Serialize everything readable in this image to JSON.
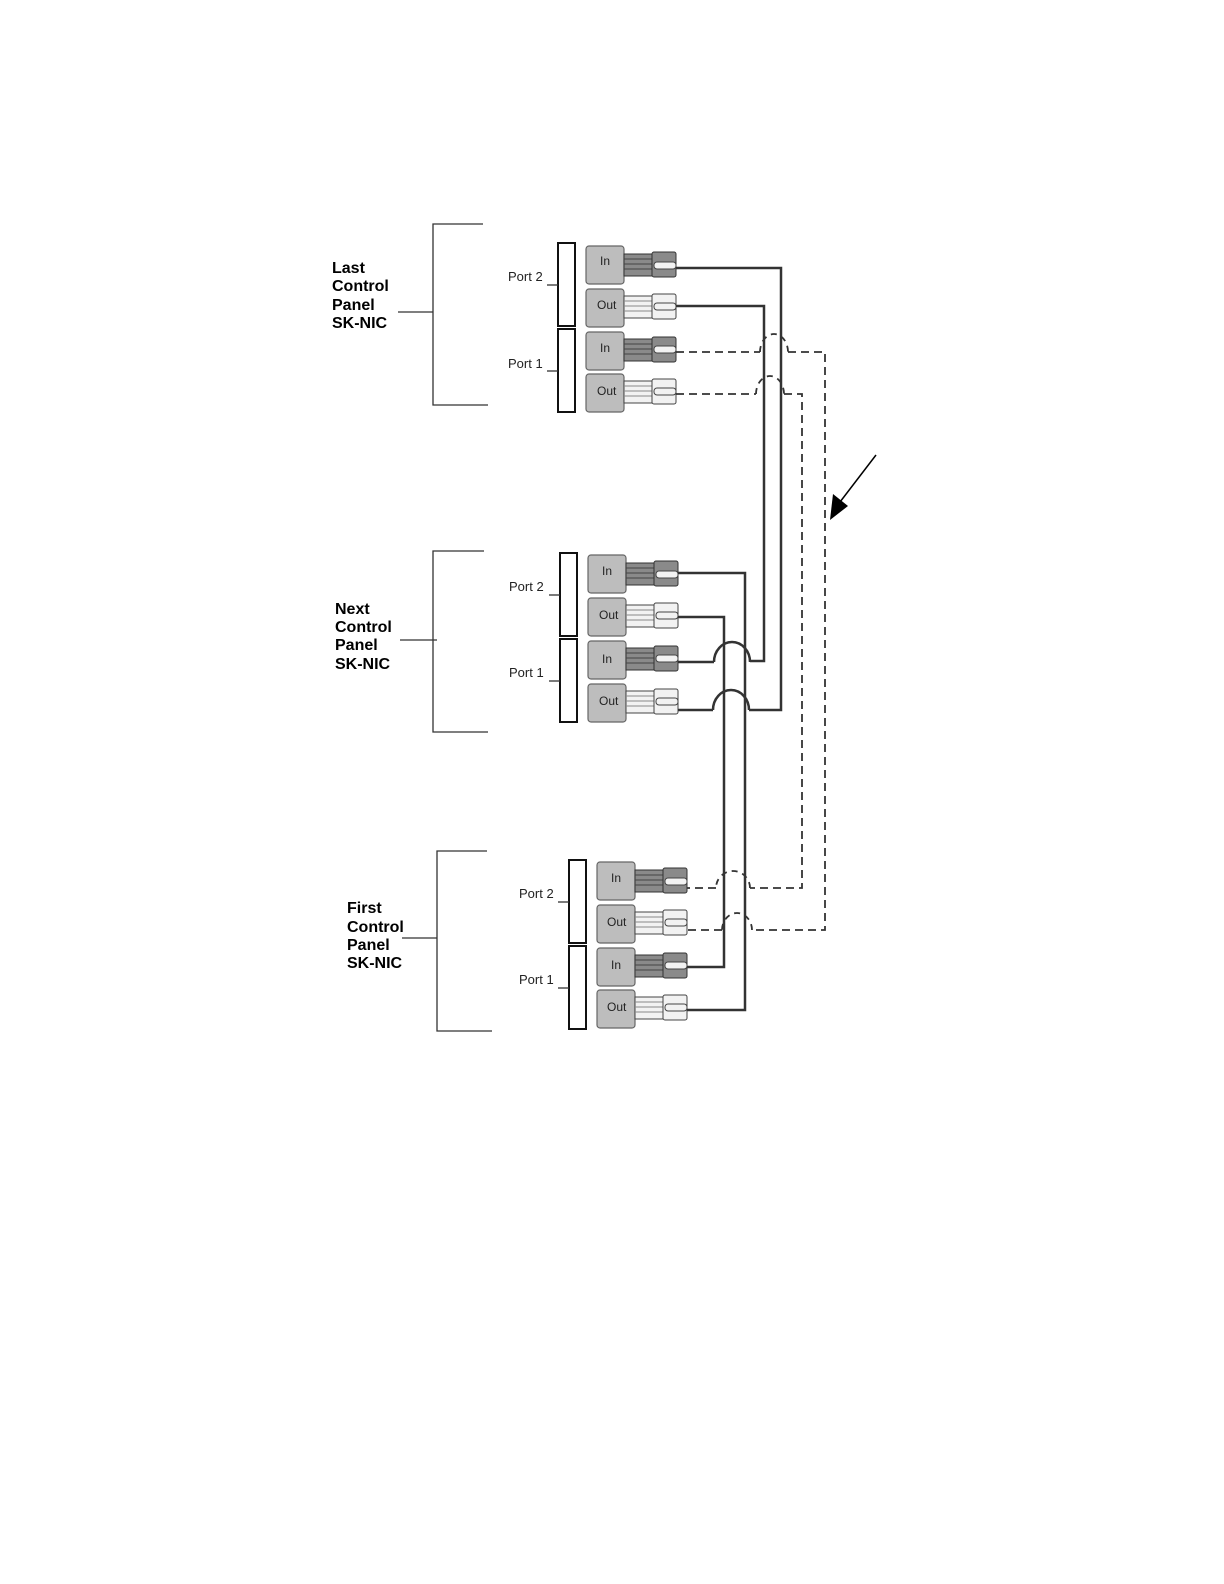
{
  "panels": [
    {
      "id": "last",
      "label_lines": [
        "Last",
        "Control",
        "Panel",
        "SK-NIC"
      ]
    },
    {
      "id": "next",
      "label_lines": [
        "Next",
        "Control",
        "Panel",
        "SK-NIC"
      ]
    },
    {
      "id": "first",
      "label_lines": [
        "First",
        "Control",
        "Panel",
        "SK-NIC"
      ]
    }
  ],
  "ports": {
    "port2": "Port 2",
    "port1": "Port 1"
  },
  "connectors": {
    "in": "In",
    "out": "Out"
  },
  "wire_styles": {
    "primary": "solid",
    "secondary": "dashed"
  },
  "colors": {
    "box": "#bdbdbd",
    "wire": "#333333",
    "plug_dark": "#8a8a8a",
    "plug_light": "#f2f2f2"
  },
  "icons": {
    "arrow": "arrow-pointer-icon"
  }
}
